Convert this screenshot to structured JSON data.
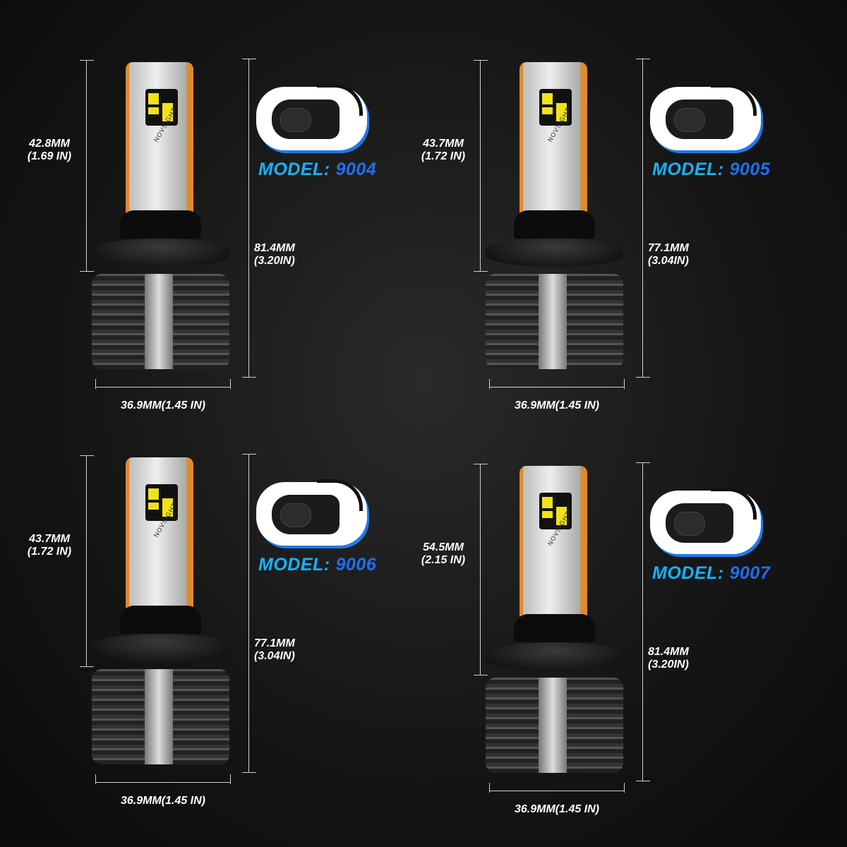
{
  "brand": "NOVSIGHT",
  "colors": {
    "model_label": "#14b4ff",
    "model_number": "#1f6ff0",
    "card_shadow": "#1e7be8"
  },
  "models": [
    {
      "label": "MODEL:",
      "number": "9004",
      "head_mm": "42.8MM",
      "head_in": "(1.69 IN)",
      "total_mm": "81.4MM",
      "total_in": "(3.20IN)",
      "width": "36.9MM(1.45 IN)",
      "connector_icon": "9004-connector-icon"
    },
    {
      "label": "MODEL:",
      "number": "9005",
      "head_mm": "43.7MM",
      "head_in": "(1.72 IN)",
      "total_mm": "77.1MM",
      "total_in": "(3.04IN)",
      "width": "36.9MM(1.45 IN)",
      "connector_icon": "9005-connector-icon"
    },
    {
      "label": "MODEL:",
      "number": "9006",
      "head_mm": "43.7MM",
      "head_in": "(1.72 IN)",
      "total_mm": "77.1MM",
      "total_in": "(3.04IN)",
      "width": "36.9MM(1.45 IN)",
      "connector_icon": "9006-connector-icon"
    },
    {
      "label": "MODEL:",
      "number": "9007",
      "head_mm": "54.5MM",
      "head_in": "(2.15 IN)",
      "total_mm": "81.4MM",
      "total_in": "(3.20IN)",
      "width": "36.9MM(1.45 IN)",
      "connector_icon": "9007-connector-icon"
    }
  ]
}
